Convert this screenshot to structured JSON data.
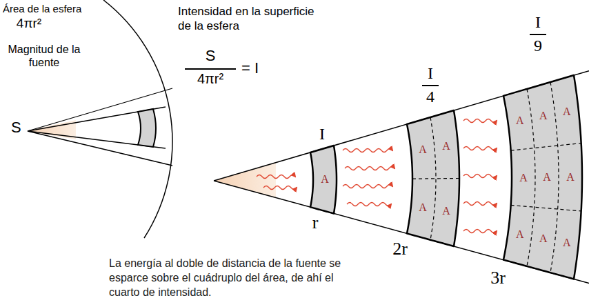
{
  "diagram": {
    "caption": "La energía al doble de distancia de la fuente se esparce sobre el cuádruplo del área, de ahí el cuarto de intensidad.",
    "nodes": [
      {
        "text": [
          "A"
        ]
      },
      {
        "text": [
          "A",
          "A",
          "A",
          "A"
        ]
      },
      {
        "text": [
          "A",
          "A",
          "A",
          "A",
          "A",
          "A",
          "A",
          "A",
          "A"
        ]
      }
    ],
    "labels": [
      "Área de la esfera",
      "4πr²",
      "Magnitud de la fuente",
      "S",
      "Intensidad en la superficie de la esfera",
      "S",
      "4πr²",
      "= I",
      "I",
      "I",
      "4",
      "I",
      "9",
      "r",
      "2r",
      "3r"
    ]
  }
}
